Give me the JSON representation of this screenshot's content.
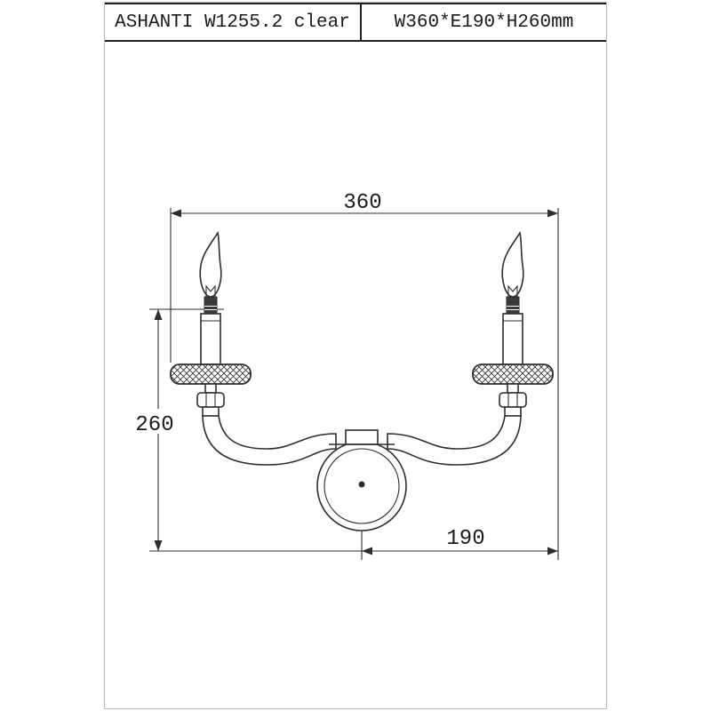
{
  "header": {
    "model": "ASHANTI W1255.2 clear",
    "size_spec": "W360*E190*H260mm"
  },
  "dimensions": {
    "width": "360",
    "height": "260",
    "depth": "190"
  },
  "colors": {
    "line": "#2e2e2e",
    "frame": "#b8b8b8",
    "background": "#ffffff"
  }
}
